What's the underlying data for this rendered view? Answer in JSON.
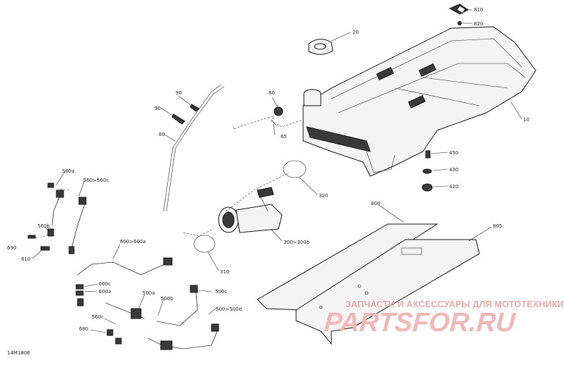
{
  "diagram_id": "14M1806",
  "callouts": {
    "c10": "10",
    "c20": "20",
    "c60": "60",
    "c65": "65",
    "c80": "80",
    "c90a": "90",
    "c90b": "90",
    "c310": "310",
    "c320": "320",
    "c300": "300>300b",
    "c420": "420",
    "c430": "430",
    "c450": "450",
    "c560a": "560a",
    "c560c": "560>560c",
    "c560b": "560b",
    "c600a": "600>600a",
    "c600c": "600c",
    "c600a2": "600a",
    "c500c": "500c",
    "c500a": "500a",
    "c500b": "500b",
    "c560c2": "560c",
    "c500d": "500>500d",
    "c610": "610",
    "c680": "680",
    "c690": "690",
    "c800": "800",
    "c805": "805",
    "c810": "810",
    "c820": "820"
  },
  "watermark": {
    "line1": "ЗАПЧАСТИ И АКСЕССУАРЫ ДЛЯ МОТОТЕХНИКИ",
    "line2": "PARTSFOR.RU"
  }
}
